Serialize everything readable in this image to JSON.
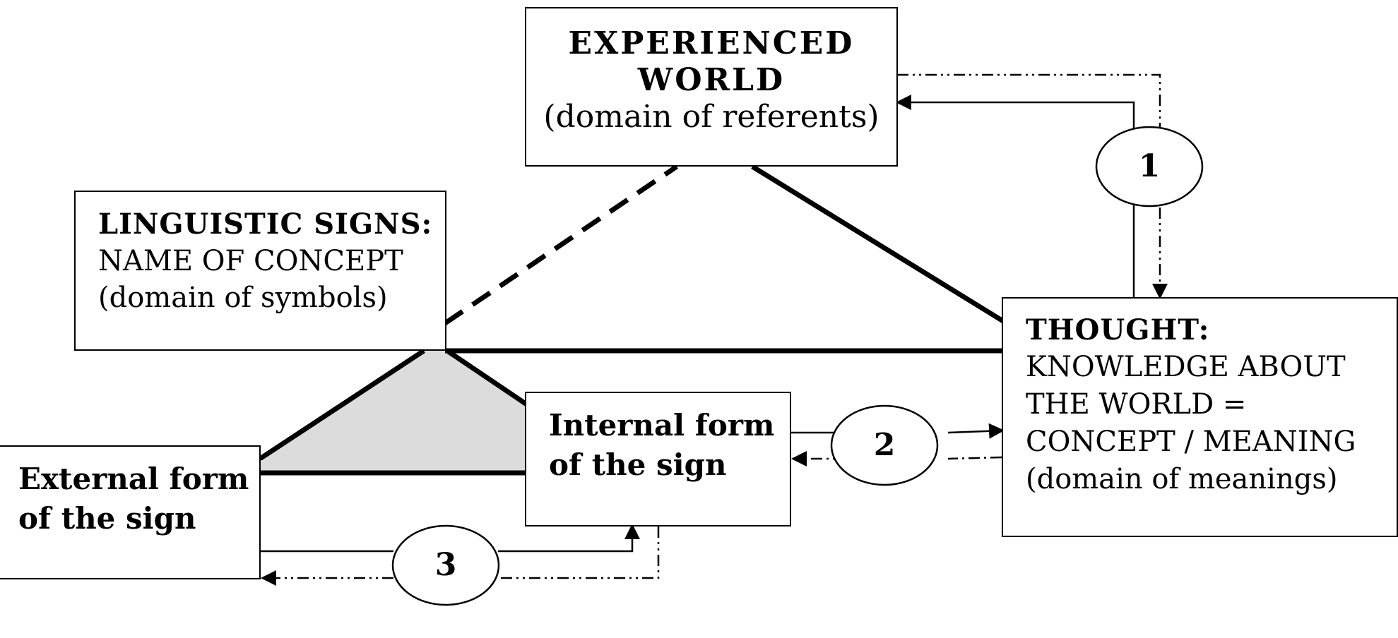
{
  "experienced_world": {
    "title_line1": "EXPERIENCED",
    "title_line2": "WORLD",
    "subtitle": "(domain of referents)"
  },
  "linguistic_signs": {
    "title": "LINGUISTIC SIGNS:",
    "line2": "NAME OF CONCEPT",
    "line3": "(domain of symbols)"
  },
  "thought": {
    "title": "THOUGHT:",
    "line2": "KNOWLEDGE ABOUT",
    "line3": "THE WORLD =",
    "line4": "CONCEPT / MEANING",
    "line5": "(domain of meanings)"
  },
  "internal_form": {
    "line1": "Internal form",
    "line2": "of the sign"
  },
  "external_form": {
    "line1": "External form",
    "line2": "of the sign"
  },
  "relations": {
    "one": "1",
    "two": "2",
    "three": "3"
  },
  "colors": {
    "stroke": "#000000",
    "shade": "#dcdcdc",
    "background": "#ffffff"
  }
}
